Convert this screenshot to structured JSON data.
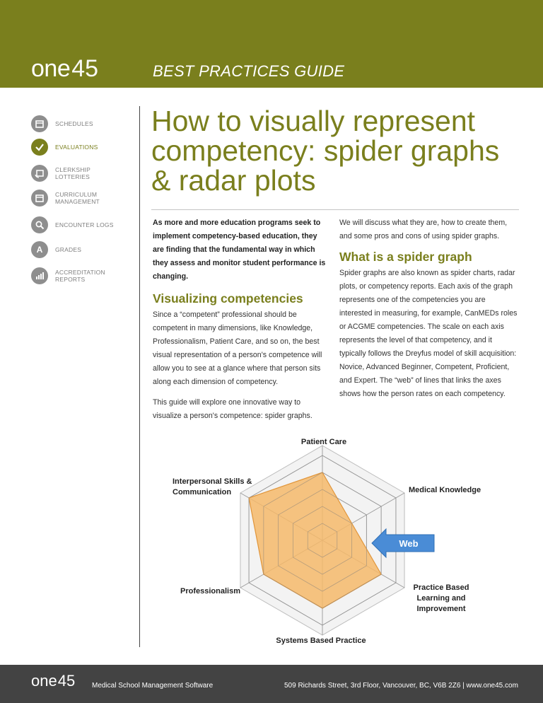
{
  "header": {
    "logo_word": "one",
    "logo_number": "45",
    "doc_type": "BEST PRACTICES GUIDE"
  },
  "sidebar": {
    "items": [
      {
        "label": "SCHEDULES",
        "icon": "calendar-icon",
        "active": false
      },
      {
        "label": "EVALUATIONS",
        "icon": "checkmark-icon",
        "active": true
      },
      {
        "label": "CLERKSHIP LOTTERIES",
        "icon": "calendar-refresh-icon",
        "active": false
      },
      {
        "label": "CURRICULUM MANAGEMENT",
        "icon": "calendar-icon",
        "active": false
      },
      {
        "label": "ENCOUNTER LOGS",
        "icon": "magnifier-icon",
        "active": false
      },
      {
        "label": "GRADES",
        "icon": "letter-a-icon",
        "active": false
      },
      {
        "label": "ACCREDITATION REPORTS",
        "icon": "bar-chart-icon",
        "active": false
      }
    ]
  },
  "article": {
    "title": "How to visually represent competency: spider graphs & radar plots",
    "lead": "As more and more education programs seek to implement competency-based education, they are finding that the fundamental way in which they assess and monitor student performance is changing.",
    "section1_heading": "Visualizing competencies",
    "section1_p1": "Since a “competent” professional should be competent in many dimensions, like Knowledge, Professionalism, Patient Care, and so on, the best visual representation of a person's competence will allow you to see at a glance where that person sits along each dimension of competency.",
    "section1_p2": "This guide will explore one innovative way to visualize a person's competence: spider graphs.",
    "col2_intro": "We will discuss what they are, how to create them, and some pros and cons of using spider graphs.",
    "section2_heading": "What is a spider graph",
    "section2_p1": "Spider graphs are also known as spider charts, radar plots, or competency reports. Each axis of the graph represents one of the competencies you are interested in measuring, for example, CanMEDs roles or ACGME competencies. The scale on each axis represents the level of that competency, and it typically follows the Dreyfus model of skill acquisition: Novice, Advanced Beginner, Competent, Proficient, and Expert. The “web” of lines that links the axes shows how the person rates on each competency."
  },
  "chart_data": {
    "type": "radar",
    "axes": [
      "Patient Care",
      "Medical Knowledge",
      "Practice Based Learning and Improvement",
      "Systems Based Practice",
      "Professionalism",
      "Interpersonal Skills & Communication"
    ],
    "levels": 5,
    "values": [
      4,
      2,
      4,
      4,
      4,
      5
    ],
    "max": 5,
    "callout": "Web",
    "colors": {
      "fill": "#f4b96a",
      "stroke": "#e0953a",
      "grid": "#9a9a9a",
      "web": "#4a8cd6"
    }
  },
  "footer": {
    "logo_word": "one",
    "logo_number": "45",
    "tagline": "Medical School Management Software",
    "address": "509 Richards Street, 3rd Floor, Vancouver, BC, V6B 2Z6 | www.one45.com"
  },
  "colors": {
    "brand": "#7a7f1d",
    "footer_bg": "#434343"
  }
}
